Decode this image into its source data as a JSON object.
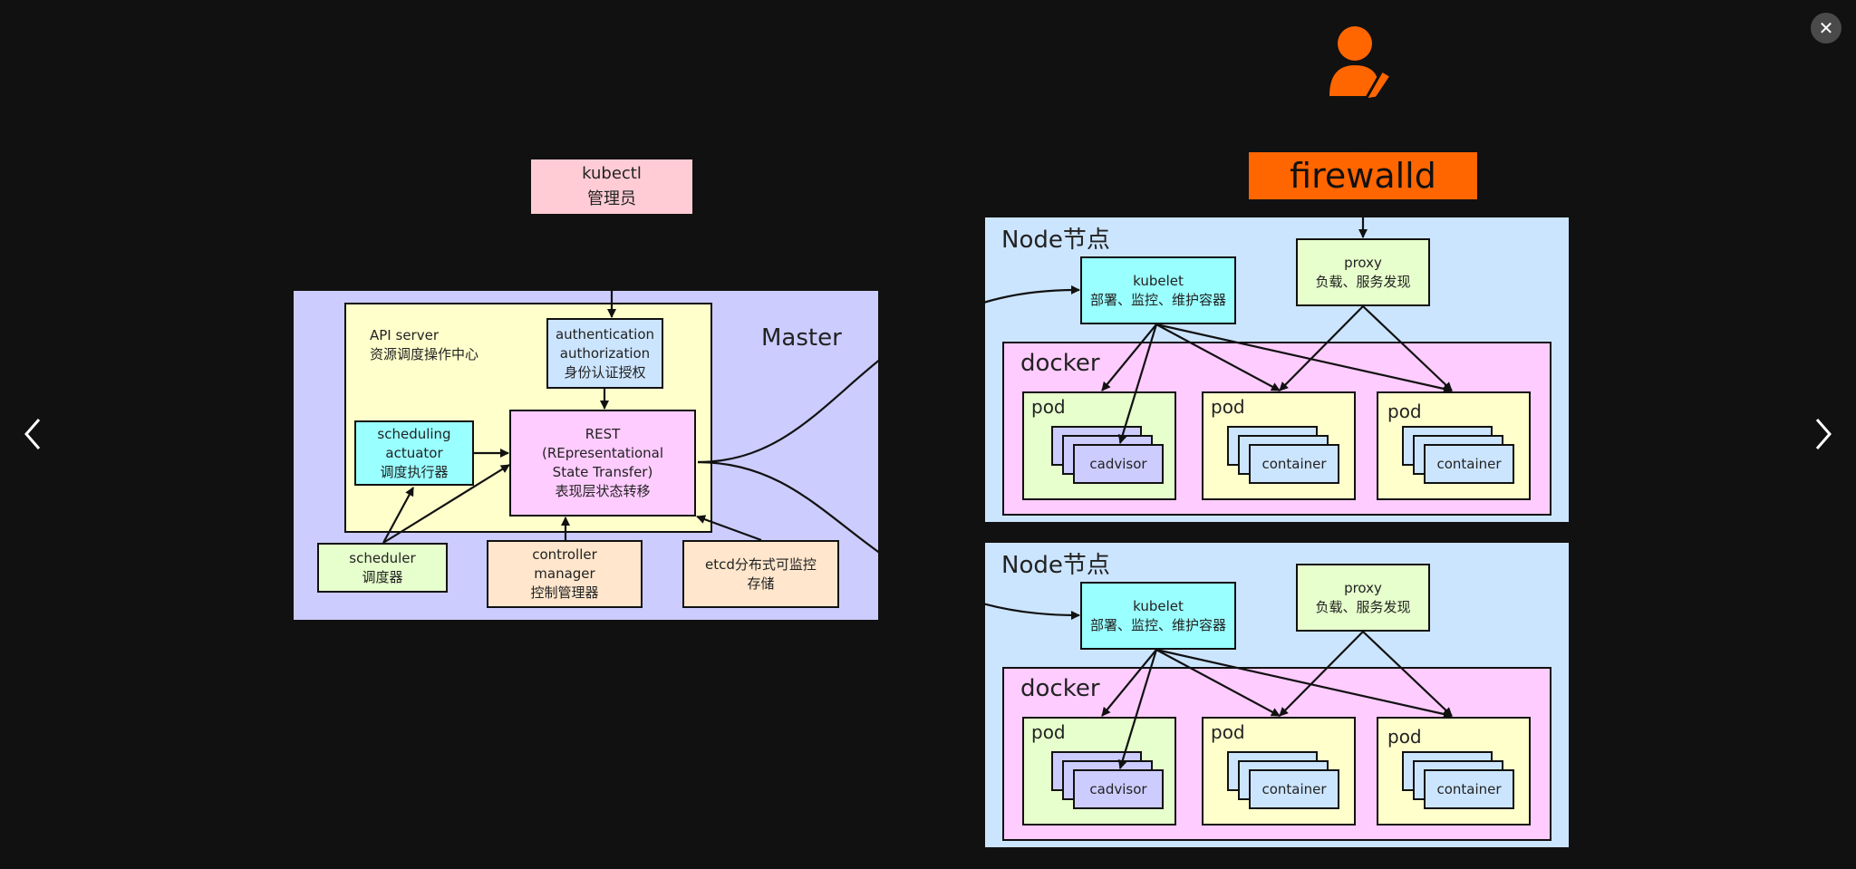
{
  "viewer": {
    "close_label": "✕",
    "prev_label": "‹",
    "next_label": "›"
  },
  "diagram": {
    "user_icon": "user-edit-icon",
    "firewall": "firewalld",
    "kubectl": {
      "line1": "kubectl",
      "line2": "管理员"
    },
    "master": {
      "title": "Master",
      "api_server": {
        "line1": "API server",
        "line2": "资源调度操作中心"
      },
      "auth": {
        "line1": "authentication",
        "line2": "authorization",
        "line3": "身份认证授权"
      },
      "scheduling": {
        "line1": "scheduling",
        "line2": "actuator",
        "line3": "调度执行器"
      },
      "rest": {
        "line1": "REST",
        "line2": "(REpresentational",
        "line3": "State Transfer)",
        "line4": "表现层状态转移"
      },
      "scheduler": {
        "line1": "scheduler",
        "line2": "调度器"
      },
      "controller": {
        "line1": "controller",
        "line2": "manager",
        "line3": "控制管理器"
      },
      "etcd": {
        "line1": "etcd分布式可监控",
        "line2": "存储"
      }
    },
    "nodes": [
      {
        "title": "Node节点",
        "kubelet": {
          "line1": "kubelet",
          "line2": "部署、监控、维护容器"
        },
        "proxy": {
          "line1": "proxy",
          "line2": "负载、服务发现"
        },
        "docker": "docker",
        "pods": [
          {
            "label": "pod",
            "inner": "cadvisor"
          },
          {
            "label": "pod",
            "inner": "container"
          },
          {
            "label": "pod",
            "inner": "container"
          }
        ]
      },
      {
        "title": "Node节点",
        "kubelet": {
          "line1": "kubelet",
          "line2": "部署、监控、维护容器"
        },
        "proxy": {
          "line1": "proxy",
          "line2": "负载、服务发现"
        },
        "docker": "docker",
        "pods": [
          {
            "label": "pod",
            "inner": "cadvisor"
          },
          {
            "label": "pod",
            "inner": "container"
          },
          {
            "label": "pod",
            "inner": "container"
          }
        ]
      }
    ]
  },
  "colors": {
    "background": "#111111",
    "master": "#ccccff",
    "api_server": "#ffffcc",
    "auth": "#cce5ff",
    "rest": "#ffccff",
    "cyan": "#99ffff",
    "green": "#e6ffcc",
    "peach": "#ffe6cc",
    "kubectl": "#ffccd5",
    "firewall": "#ff6600",
    "node": "#cce5ff",
    "docker": "#ffccff",
    "pod_cadvisor": "#e6ffcc",
    "pod_container": "#ffffcc",
    "cadvisor": "#ccccff",
    "container": "#cce5ff"
  }
}
